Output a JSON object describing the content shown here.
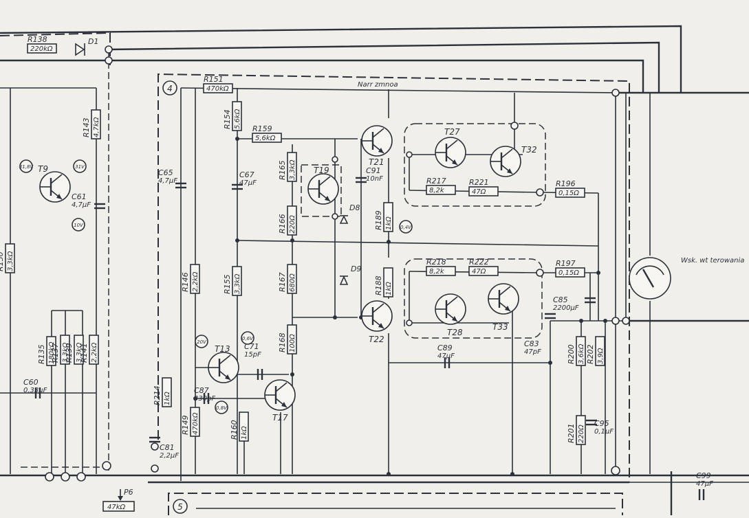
{
  "colors": {
    "paper": "#f1efea",
    "ink": "#2b313c"
  },
  "blocks": {
    "block4": "4",
    "block5": "5"
  },
  "top_note": "Narr zmnoa",
  "meter_label": "Wsk. wt terowania",
  "pots": {
    "p6_name": "P6",
    "p6_value": "47kΩ"
  },
  "diodes": [
    "D1",
    "D8",
    "D9"
  ],
  "transistors": [
    "T9",
    "T13",
    "T17",
    "T19",
    "T21",
    "T22",
    "T27",
    "T28",
    "T32",
    "T33"
  ],
  "resistors": [
    {
      "name": "R138",
      "value": "220kΩ"
    },
    {
      "name": "R151",
      "value": "470kΩ"
    },
    {
      "name": "R154",
      "value": "5,6kΩ"
    },
    {
      "name": "R159",
      "value": "5,6kΩ"
    },
    {
      "name": "R165",
      "value": "3,3kΩ"
    },
    {
      "name": "R166",
      "value": "220Ω"
    },
    {
      "name": "R167",
      "value": "680Ω"
    },
    {
      "name": "R168",
      "value": "100Ω"
    },
    {
      "name": "R155",
      "value": "3,3kΩ"
    },
    {
      "name": "R146",
      "value": "2,2kΩ"
    },
    {
      "name": "R149",
      "value": "470kΩ"
    },
    {
      "name": "R160",
      "value": "1kΩ"
    },
    {
      "name": "R214",
      "value": "1kΩ"
    },
    {
      "name": "R189",
      "value": "1kΩ"
    },
    {
      "name": "R188",
      "value": "1kΩ"
    },
    {
      "name": "R217",
      "value": "8,2k"
    },
    {
      "name": "R221",
      "value": "47Ω"
    },
    {
      "name": "R218",
      "value": "8,2k"
    },
    {
      "name": "R222",
      "value": "47Ω"
    },
    {
      "name": "R196",
      "value": "0,15Ω"
    },
    {
      "name": "R197",
      "value": "0,15Ω"
    },
    {
      "name": "R200",
      "value": "3,6kΩ"
    },
    {
      "name": "R201",
      "value": "220Ω"
    },
    {
      "name": "R202",
      "value": "3,9Ω"
    },
    {
      "name": "R143",
      "value": "4,7kΩ"
    },
    {
      "name": "R150",
      "value": "3,3kΩ"
    },
    {
      "name": "R135",
      "value": "180kΩ"
    },
    {
      "name": "R137",
      "value": "3,3kΩ"
    },
    {
      "name": "R139",
      "value": "3,3kΩ"
    },
    {
      "name": "R141",
      "value": "2,2kΩ"
    }
  ],
  "capacitors": [
    {
      "name": "C65",
      "value": "4,7μF"
    },
    {
      "name": "C67",
      "value": "47μF"
    },
    {
      "name": "C91",
      "value": "10nF"
    },
    {
      "name": "C61",
      "value": "4,7μF"
    },
    {
      "name": "C60",
      "value": "0,33μF"
    },
    {
      "name": "C71",
      "value": "15pF"
    },
    {
      "name": "C87",
      "value": "330pF"
    },
    {
      "name": "C81",
      "value": "2,2μF"
    },
    {
      "name": "C89",
      "value": "47μF"
    },
    {
      "name": "C83",
      "value": "47pF"
    },
    {
      "name": "C85",
      "value": "2200μF"
    },
    {
      "name": "C95",
      "value": "0,1μF"
    },
    {
      "name": "C99",
      "value": "47μF"
    }
  ],
  "voltages": [
    "31,8V",
    "31V",
    "10V",
    "0,4V",
    "20V",
    "0,6V",
    "0,8V"
  ]
}
